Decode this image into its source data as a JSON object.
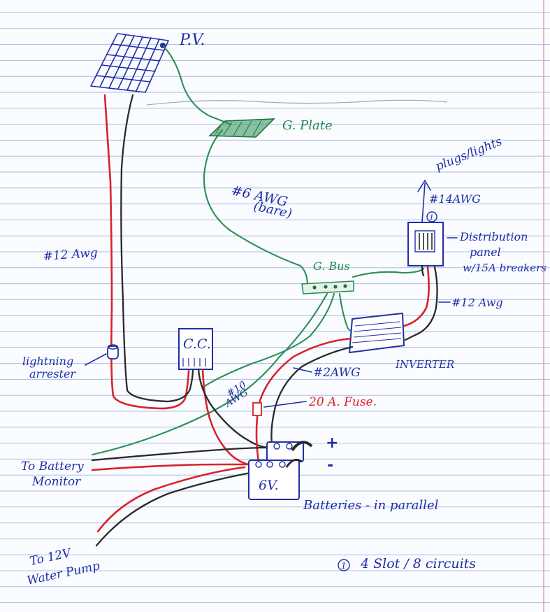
{
  "labels": {
    "pv": "P.V.",
    "ground_plate": "G. Plate",
    "plugs_lights": "plugs/lights",
    "wire_14awg": "#14AWG",
    "circle_note_marker": "1",
    "distribution_panel_line1": "Distribution",
    "distribution_panel_line2": "panel",
    "distribution_panel_line3": "w/15A breakers",
    "wire_6awg_line1": "#6 AWG",
    "wire_6awg_line2": "(bare)",
    "wire_12awg_left": "#12 Awg",
    "ground_bus": "G. Bus",
    "wire_12awg_right": "#12 Awg",
    "charge_controller": "C.C.",
    "inverter": "INVERTER",
    "wire_2awg": "#2AWG",
    "lightning_arrester_line1": "lightning",
    "lightning_arrester_line2": "arrester",
    "wire_10awg_line1": "#10",
    "wire_10awg_line2": "AWG",
    "fuse": "20 A. Fuse.",
    "battery_monitor_line1": "To Battery",
    "battery_monitor_line2": "Monitor",
    "battery_voltage": "6V.",
    "batteries": "Batteries - in parallel",
    "water_pump_line1": "To 12V",
    "water_pump_line2": "Water Pump",
    "note_bottom": "4 Slot / 8 circuits",
    "note_bottom_marker": "1",
    "plus_sign": "+",
    "minus_sign": "-"
  },
  "colors": {
    "ink": "#1f2fa8",
    "positive_wire": "#d8232a",
    "negative_wire": "#2a2a2a",
    "ground_wire": "#2a8f55",
    "ruled_lines": "#a9bde3",
    "margin_line": "#e2a0a8"
  },
  "icons": [
    "solar-panel-icon",
    "ground-plate-icon",
    "ground-bus-icon",
    "charge-controller-icon",
    "inverter-icon",
    "distribution-panel-icon",
    "lightning-arrester-icon",
    "fuse-icon",
    "battery-icon",
    "arrow-up-icon"
  ]
}
